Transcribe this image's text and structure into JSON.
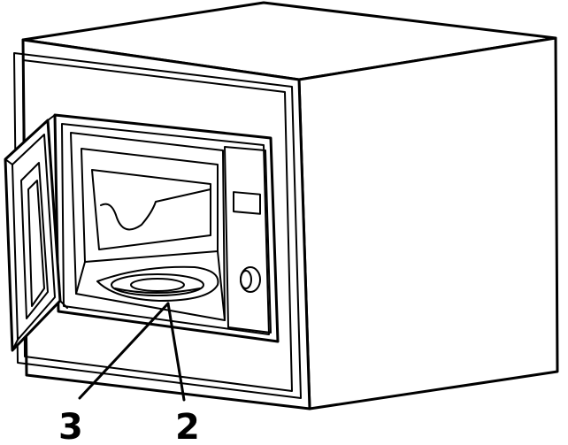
{
  "callouts": [
    {
      "id": "turntable",
      "label": "3"
    },
    {
      "id": "rotating-ring",
      "label": "2"
    }
  ]
}
